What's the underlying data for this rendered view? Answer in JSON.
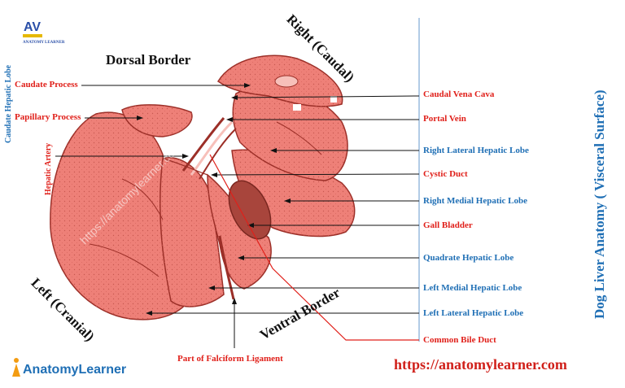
{
  "headings": {
    "dorsal_border": "Dorsal Border",
    "right_caudal": "Right (Caudal)",
    "left_cranial": "Left (Cranial)",
    "ventral_border": "Ventral Border",
    "diagram_title": "Dog Liver Anatomy ( Visceral Surface)"
  },
  "left_labels": {
    "caudate_process": "Caudate Process",
    "papillary_process": "Papillary Process",
    "hepatic_artery": "Hepatic Artery",
    "caudate_hepatic_lobe": "Caudate Hepatic Lobe",
    "falciform": "Part of Falciform Ligament"
  },
  "right_labels": [
    {
      "text": "Caudal Vena Cava",
      "color": "#e0201a"
    },
    {
      "text": "Portal Vein",
      "color": "#e0201a"
    },
    {
      "text": "Right Lateral Hepatic Lobe",
      "color": "#1f6fb5"
    },
    {
      "text": "Cystic Duct",
      "color": "#e0201a"
    },
    {
      "text": "Right Medial Hepatic Lobe",
      "color": "#1f6fb5"
    },
    {
      "text": "Gall Bladder",
      "color": "#e0201a"
    },
    {
      "text": "Quadrate Hepatic Lobe",
      "color": "#1f6fb5"
    },
    {
      "text": "Left Medial Hepatic Lobe",
      "color": "#1f6fb5"
    },
    {
      "text": "Left Lateral Hepatic Lobe",
      "color": "#1f6fb5"
    },
    {
      "text": "Common Bile Duct",
      "color": "#e0201a"
    }
  ],
  "watermark": "https://anatomylearner.com",
  "website": "https://anatomylearner.com",
  "brand": {
    "name": "AnatomyLearner",
    "logo_text": "AV",
    "logo_sub": "ANATOMY LEARNER"
  },
  "colors": {
    "liver": "#ee8078",
    "liver_dark": "#9c2f28",
    "gall_bladder": "#a8453c",
    "label_red": "#e0201a",
    "label_blue": "#1f6fb5",
    "divider": "#7fa9d6"
  }
}
